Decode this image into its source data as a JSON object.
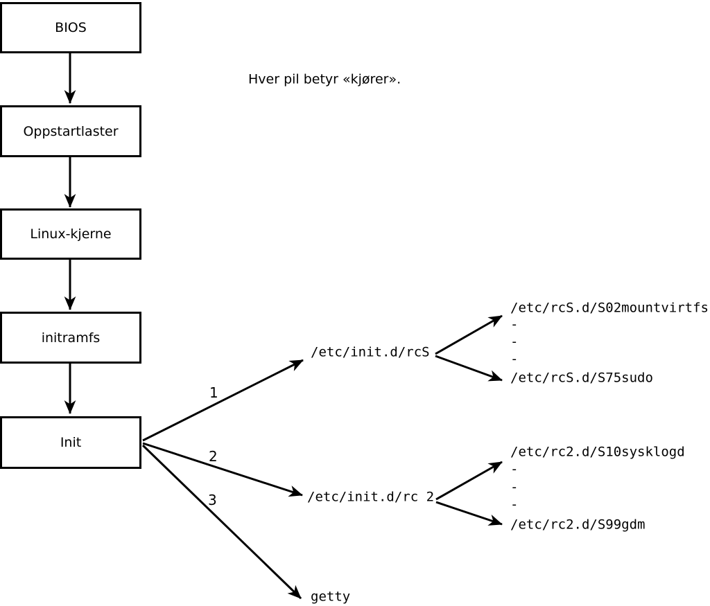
{
  "diagram": {
    "note": "Hver pil betyr «kjører».",
    "boot_chain": [
      {
        "label": "BIOS"
      },
      {
        "label": "Oppstartlaster"
      },
      {
        "label": "Linux-kjerne"
      },
      {
        "label": "initramfs"
      },
      {
        "label": "Init"
      }
    ],
    "init_arrow_labels": [
      "1",
      "2",
      "3"
    ],
    "rcS_group": {
      "label": "/etc/init.d/rcS",
      "children": [
        "/etc/rcS.d/S02mountvirtfs",
        "-",
        "-",
        "-",
        "/etc/rcS.d/S75sudo"
      ]
    },
    "rc2_group": {
      "label": "/etc/init.d/rc 2",
      "children": [
        "/etc/rc2.d/S10sysklogd",
        "-",
        "-",
        "-",
        "/etc/rc2.d/S99gdm"
      ]
    },
    "getty_label": "getty",
    "colors": {
      "line": "#000000",
      "background": "#ffffff"
    }
  }
}
